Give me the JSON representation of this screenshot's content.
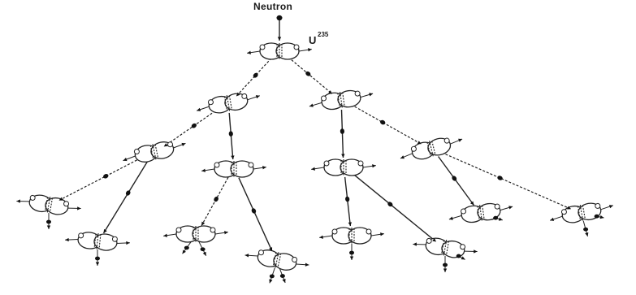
{
  "labels": {
    "incoming": "Neutron",
    "isotope": "U",
    "mass_number": "235"
  }
}
